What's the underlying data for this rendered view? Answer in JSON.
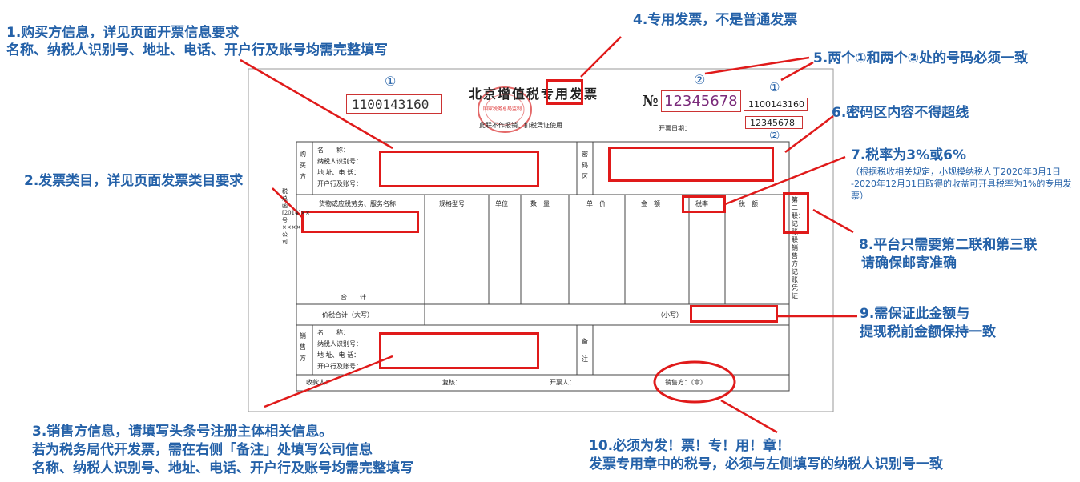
{
  "annotations": {
    "n1_line1": "1.购买方信息，详见页面开票信息要求",
    "n1_line2": "名称、纳税人识别号、地址、电话、开户行及账号均需完整填写",
    "n2": "2.发票类目，详见页面发票类目要求",
    "n3_line1": "3.销售方信息，请填写头条号注册主体相关信息。",
    "n3_line2": "若为税务局代开发票，需在右侧「备注」处填写公司信息",
    "n3_line3": "名称、纳税人识别号、地址、电话、开户行及账号均需完整填写",
    "n4": "4.专用发票，不是普通发票",
    "n5": "5.两个①和两个②处的号码必须一致",
    "n6": "6.密码区内容不得超线",
    "n7_title": "7.税率为3%或6%",
    "n7_detail": "（根据税收相关规定，小规模纳税人于2020年3月1日 -2020年12月31日取得的收益可开具税率为1%的专用发票）",
    "n8_line1": "8.平台只需要第二联和第三联",
    "n8_line2": "请确保邮寄准确",
    "n9_line1": "9.需保证此金额与",
    "n9_line2": "提现税前金额保持一致",
    "n10_line1": "10.必须为发！票！专！用！章！",
    "n10_line2": "发票专用章中的税号，必须与左侧填写的纳税人识别号一致"
  },
  "invoice": {
    "circle1": "①",
    "circle2": "②",
    "code": "1100143160",
    "title": "北京增值税专用发票",
    "no_mark": "№",
    "number": "12345678",
    "side_code": "1100143160",
    "side_number": "12345678",
    "subtitle": "此联不作报销、扣税凭证使用",
    "issue_date_label": "开票日期：",
    "buyer_label": "购买方",
    "field_name": "名　　称：",
    "field_taxid": "纳税人识别号：",
    "field_addr": "地 址、电 话：",
    "field_bank": "开户行及账号：",
    "password_label": "密码区",
    "col_goods": "货物或应税劳务、服务名称",
    "col_spec": "规格型号",
    "col_unit": "单位",
    "col_qty": "数　量",
    "col_price": "单　价",
    "col_amount": "金　额",
    "col_rate": "税率",
    "col_tax": "税　额",
    "total_label": "合　　计",
    "tax_total_label": "价税合计（大写）",
    "small_label": "（小写）",
    "seller_label": "销售方",
    "remark_label": "备注",
    "payee_label": "收款人：",
    "reviewer_label": "复核：",
    "drawer_label": "开票人：",
    "seller_seal_label": "销售方：（章）",
    "right_strip": "第二联：记账联 销售方记账凭证",
    "left_strip": "税总函[2014]××号××××公司",
    "stamp_text": "国家税务总局监制"
  },
  "colors": {
    "annotation_blue": "#2461a8",
    "highlight_red": "#e01a1a",
    "number_purple": "#7a2a7a"
  }
}
